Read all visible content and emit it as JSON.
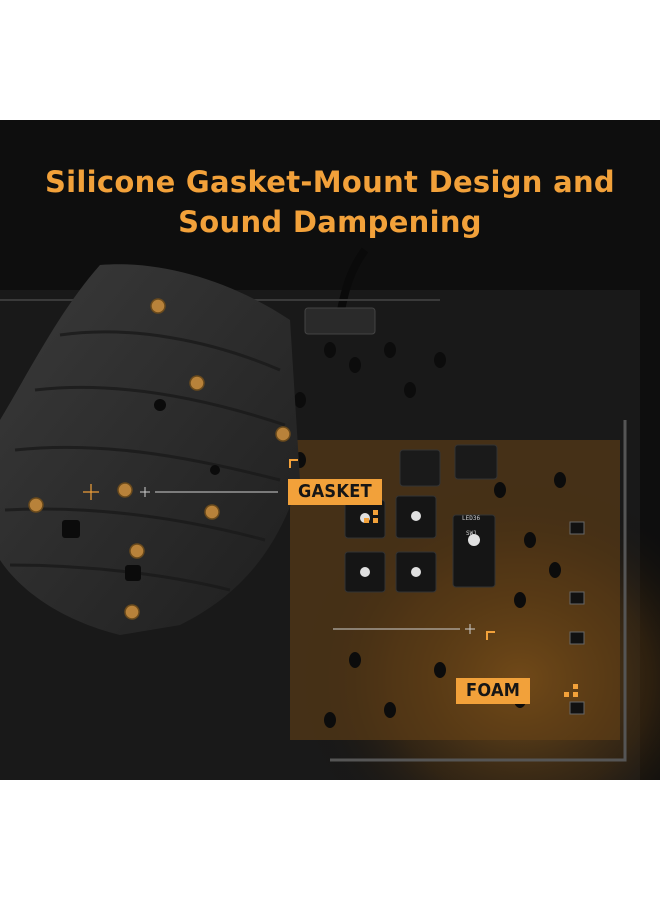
{
  "headline": {
    "line1": "Silicone Gasket-Mount Design and",
    "line2": "Sound Dampening"
  },
  "callouts": {
    "gasket": "GASKET",
    "foam": "FOAM"
  },
  "colors": {
    "accent": "#f2a13a",
    "background": "#0e0e0e",
    "plate": "#1c1c1c",
    "gasket_sheet": "#2b2b2b",
    "mount_dot": "#b8823a"
  },
  "pcb": {
    "switch_labels": [
      "SW1",
      "LED36"
    ]
  }
}
